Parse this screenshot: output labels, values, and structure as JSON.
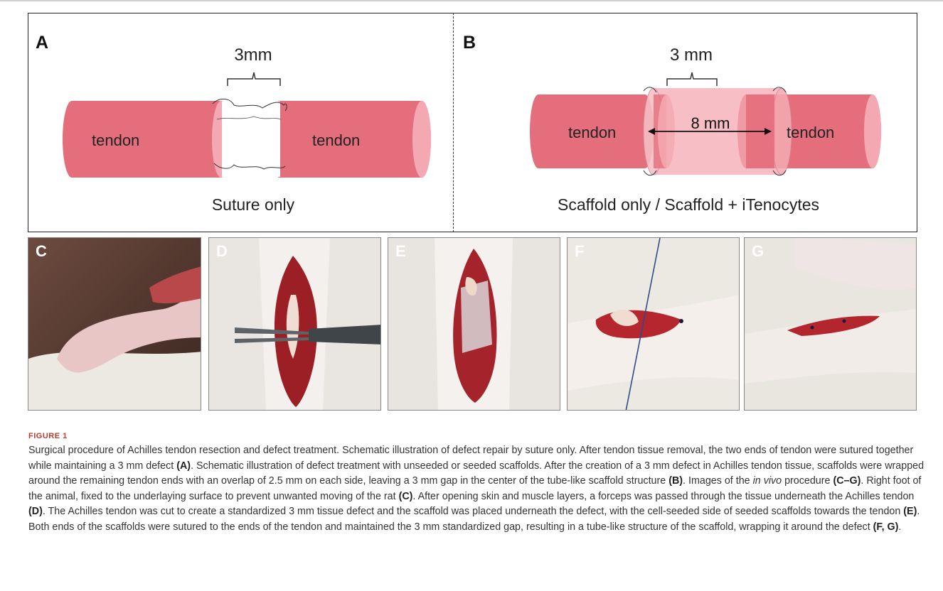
{
  "panel_a": {
    "letter": "A",
    "gap_label": "3mm",
    "left_label": "tendon",
    "right_label": "tendon",
    "subtitle": "Suture only"
  },
  "panel_b": {
    "letter": "B",
    "gap_label": "3 mm",
    "span_label": "8 mm",
    "left_label": "tendon",
    "right_label": "tendon",
    "subtitle": "Scaffold only / Scaffold + iTenocytes"
  },
  "photos": [
    {
      "letter": "C"
    },
    {
      "letter": "D"
    },
    {
      "letter": "E"
    },
    {
      "letter": "F"
    },
    {
      "letter": "G"
    }
  ],
  "figure_label": "FIGURE 1",
  "caption": {
    "s1": "Surgical procedure of Achilles tendon resection and defect treatment. Schematic illustration of defect repair by suture only. After tendon tissue removal, the two ends of tendon were sutured together while maintaining a 3 mm defect ",
    "r1": "(A)",
    "s2": ". Schematic illustration of defect treatment with unseeded or seeded scaffolds. After the creation of a 3 mm defect in Achilles tendon tissue, scaffolds were wrapped around the remaining tendon ends with an overlap of 2.5 mm on each side, leaving a 3 mm gap in the center of the tube-like scaffold structure ",
    "r2": "(B)",
    "s3": ". Images of the ",
    "italic": "in vivo",
    "s4": " procedure ",
    "r3": "(C–G)",
    "s5": ". Right foot of the animal, fixed to the underlaying surface to prevent unwanted moving of the rat ",
    "r4": "(C)",
    "s6": ". After opening skin and muscle layers, a forceps was passed through the tissue underneath the Achilles tendon ",
    "r5": "(D)",
    "s7": ". The Achilles tendon was cut to create a standardized 3 mm tissue defect and the scaffold was placed underneath the defect, with the cell-seeded side of seeded scaffolds towards the tendon ",
    "r6": "(E)",
    "s8": ". Both ends of the scaffolds were sutured to the ends of the tendon and maintained the 3 mm standardized gap, resulting in a tube-like structure of the scaffold, wrapping it around the defect ",
    "r7": "(F, G)",
    "s9": "."
  },
  "colors": {
    "tendon": "#e46e7c",
    "tendon_end": "#f4a9b2",
    "scaffold": "#f7c9cf"
  }
}
